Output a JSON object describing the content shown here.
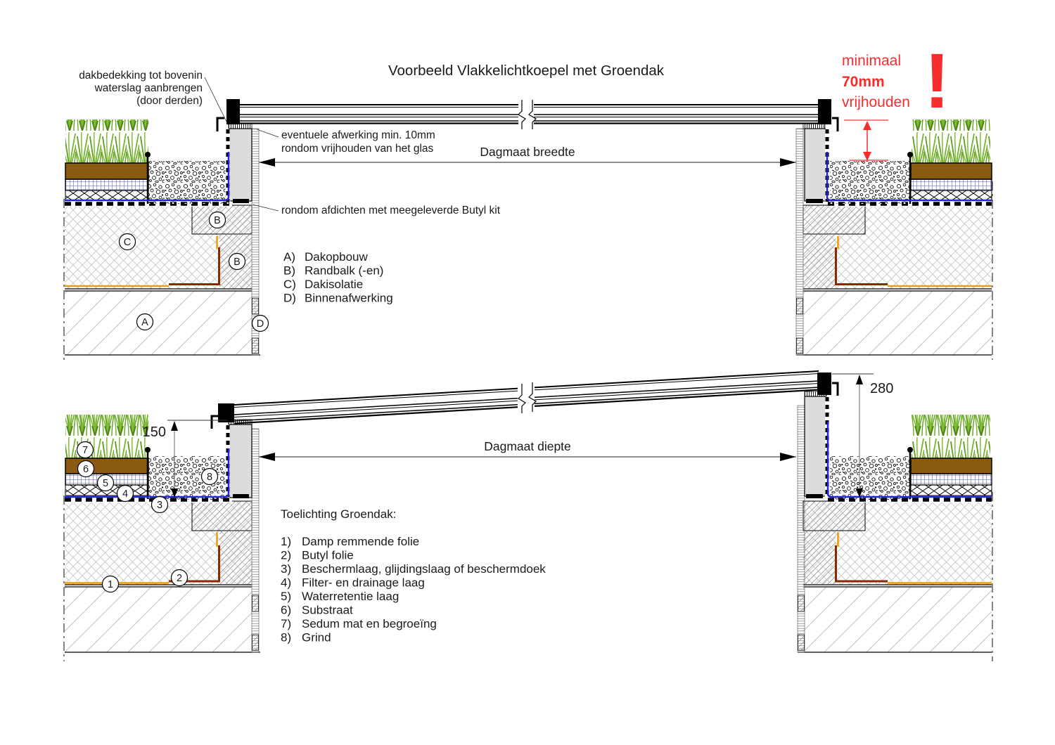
{
  "title": "Voorbeeld Vlakkelichtkoepel met Groendak",
  "top_view": {
    "note_dakbedekking": {
      "line1": "dakbedekking tot bovenin",
      "line2": "waterslag aanbrengen",
      "line3": "(door derden)"
    },
    "warning": {
      "line1": "minimaal",
      "line2": "70mm",
      "line3": "vrijhouden",
      "mark": "!"
    },
    "note_afwerking": {
      "line1": "eventuele afwerking min. 10mm",
      "line2": "rondom vrijhouden van het glas"
    },
    "dim_width_label": "Dagmaat breedte",
    "note_butyl": "rondom afdichten met meegeleverde Butyl kit",
    "legend": [
      {
        "key": "A)",
        "label": "Dakopbouw"
      },
      {
        "key": "B)",
        "label": "Randbalk (-en)"
      },
      {
        "key": "C)",
        "label": "Dakisolatie"
      },
      {
        "key": "D)",
        "label": "Binnenafwerking"
      }
    ],
    "markers": {
      "b1": "B",
      "c": "C",
      "b2": "B",
      "a": "A",
      "d": "D"
    }
  },
  "bottom_view": {
    "dim_depth_label": "Dagmaat diepte",
    "dim_left": "150",
    "dim_right": "280",
    "legend_heading": "Toelichting Groendak:",
    "legend": [
      {
        "key": "1)",
        "label": "Damp remmende folie"
      },
      {
        "key": "2)",
        "label": "Butyl folie"
      },
      {
        "key": "3)",
        "label": "Beschermlaag, glijdingslaag of beschermdoek"
      },
      {
        "key": "4)",
        "label": "Filter- en drainage laag"
      },
      {
        "key": "5)",
        "label": "Waterretentie laag"
      },
      {
        "key": "6)",
        "label": "Substraat"
      },
      {
        "key": "7)",
        "label": "Sedum mat en begroeïng"
      },
      {
        "key": "8)",
        "label": "Grind"
      }
    ],
    "markers": {
      "m1": "1",
      "m2": "2",
      "m3": "3",
      "m4": "4",
      "m5": "5",
      "m6": "6",
      "m7": "7",
      "m8": "8"
    }
  },
  "colors": {
    "warning_red": "#f62d2d",
    "membrane_blue": "#2424d8",
    "vapour_orange": "#f29a00",
    "butyl_darkred": "#8c2900",
    "grass_green": "#6fae27",
    "substrate_brown": "#8a5a12"
  }
}
